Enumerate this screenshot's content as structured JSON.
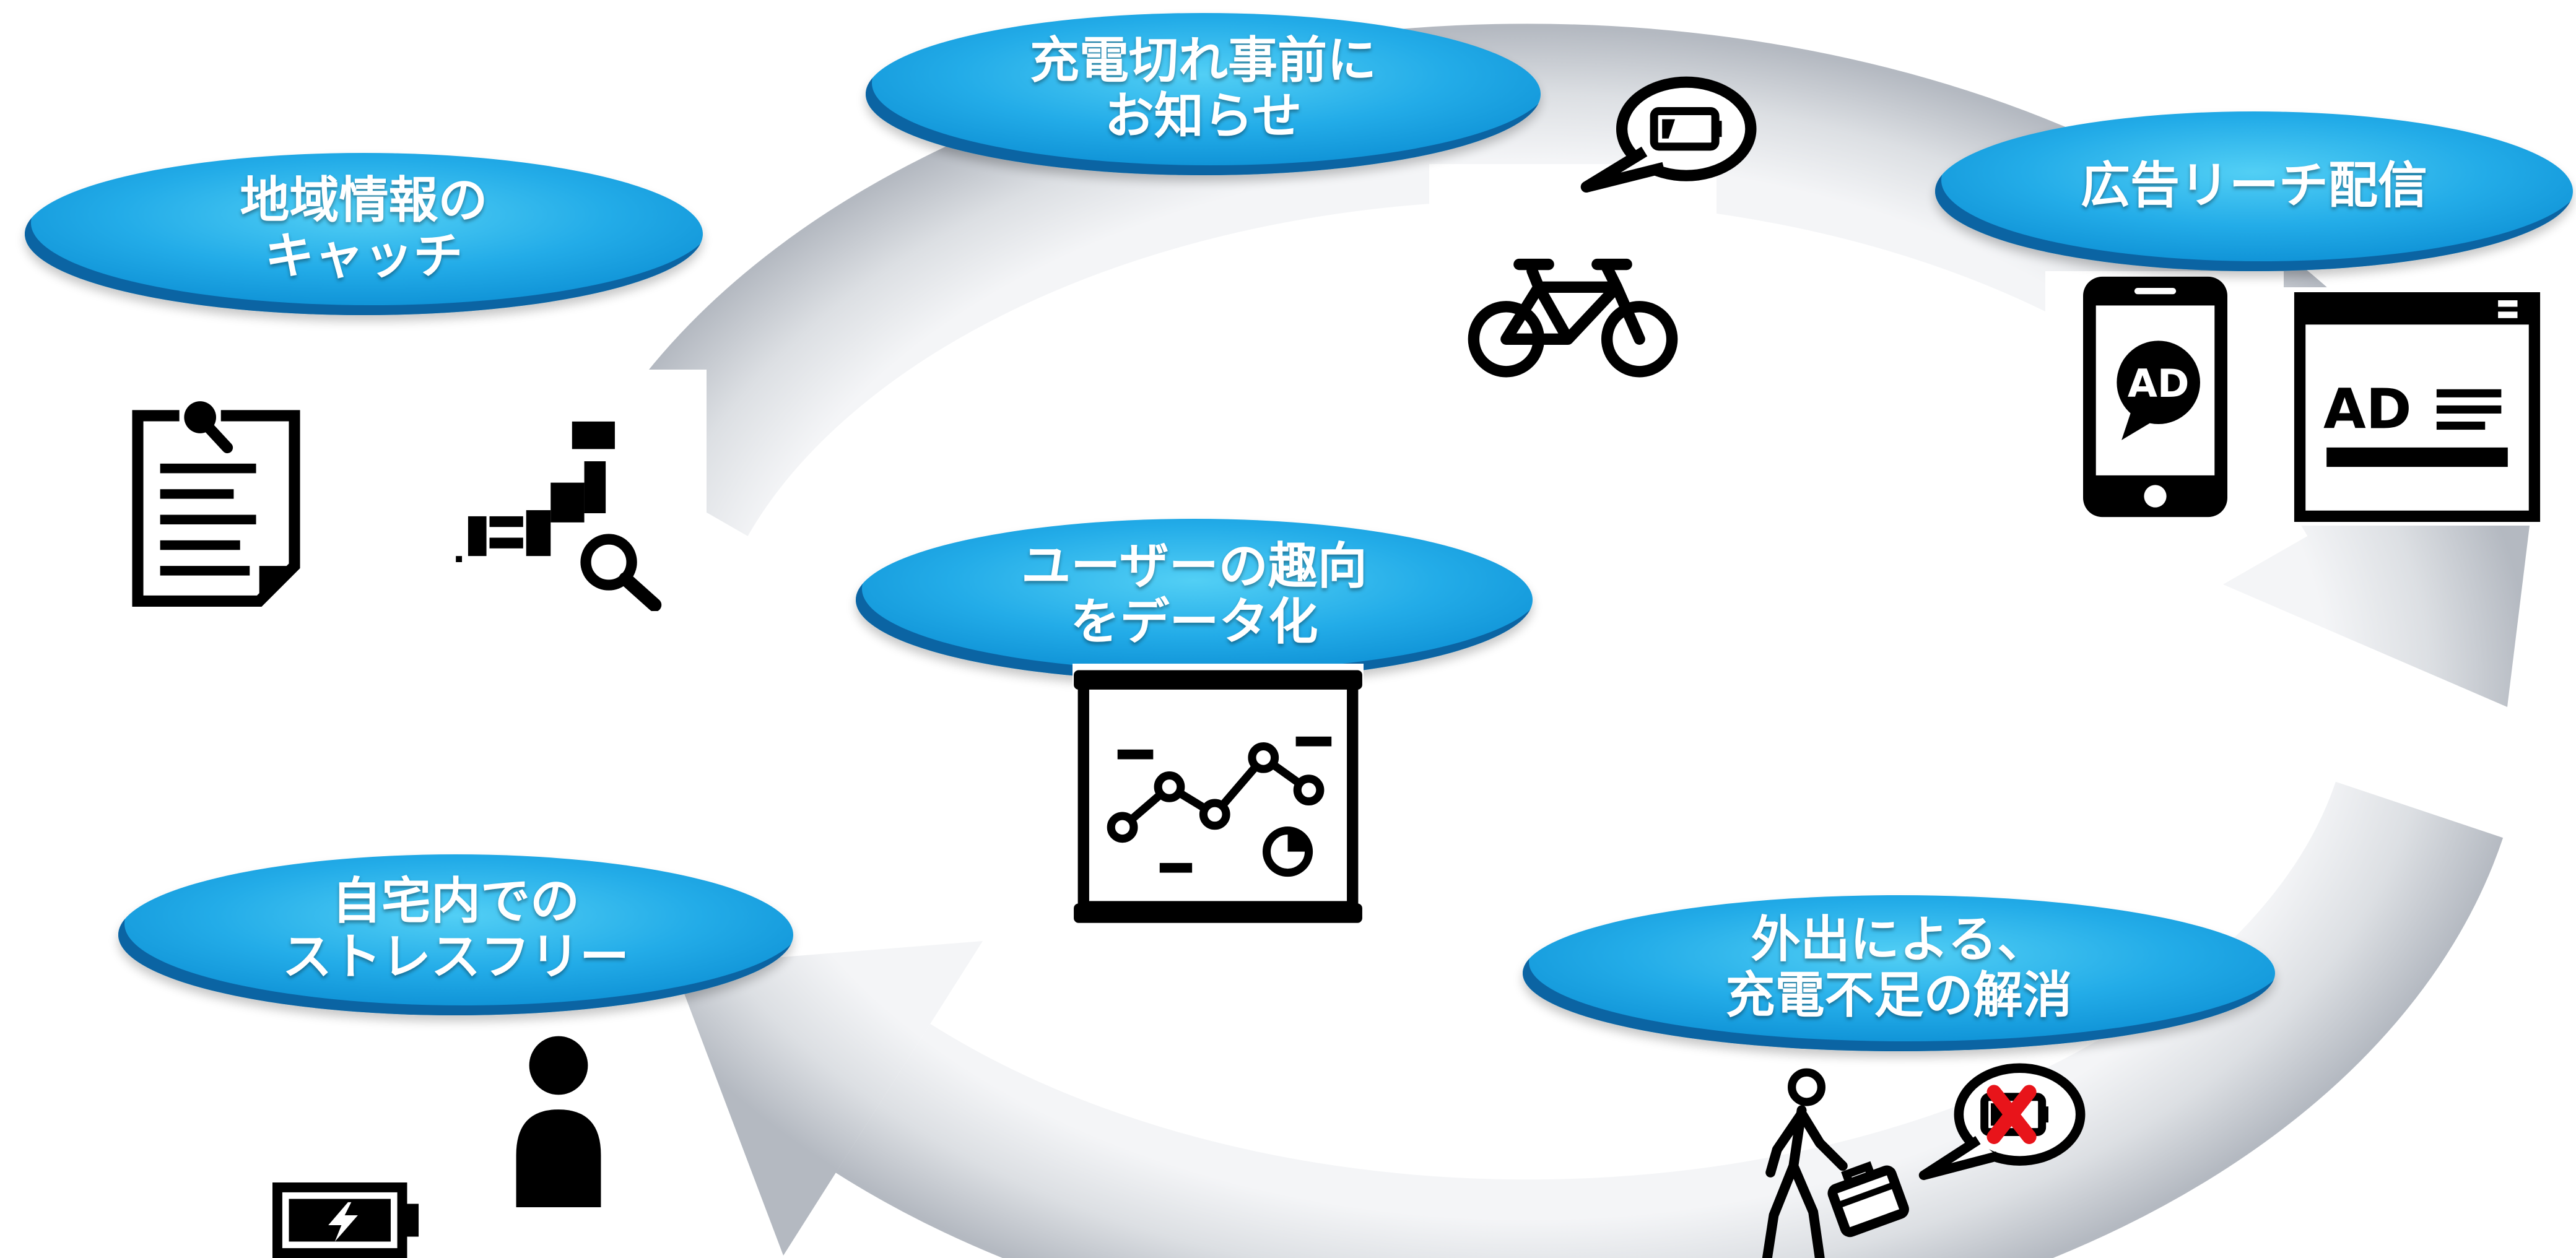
{
  "diagram": {
    "labels": {
      "low_battery_notice": [
        "充電切れ事前に",
        "お知らせ"
      ],
      "local_info": [
        "地域情報の",
        "キャッチ"
      ],
      "ad_reach": [
        "広告リーチ配信"
      ],
      "user_preference": [
        "ユーザーの趣向",
        "をデータ化"
      ],
      "home_stress_free": [
        "自宅内での",
        "ストレスフリー"
      ],
      "outing_charge": [
        "外出による、",
        "充電不足の解消"
      ]
    },
    "ad_mark": "AD",
    "icons": {
      "document": "document-search-icon",
      "map": "japan-map-search-icon",
      "bicycle": "bicycle-icon",
      "low_battery": "low-battery-bubble-icon",
      "smartphone_ad": "smartphone-ad-icon",
      "browser_ad": "browser-ad-icon",
      "chart_board": "chart-board-icon",
      "person": "person-icon",
      "charging_battery": "charging-battery-icon",
      "walking_person": "walking-person-bag-icon",
      "dead_battery": "dead-battery-bubble-icon",
      "cycle": "cycle-arrow"
    },
    "colors": {
      "bubble_blue": "#1fa8e6",
      "bubble_rim": "#0b64a3",
      "label_text": "#ffffff",
      "cycle_arrow_gray": "#c4c8ce",
      "icon_black": "#000000",
      "alert_red": "#e8141a"
    }
  }
}
